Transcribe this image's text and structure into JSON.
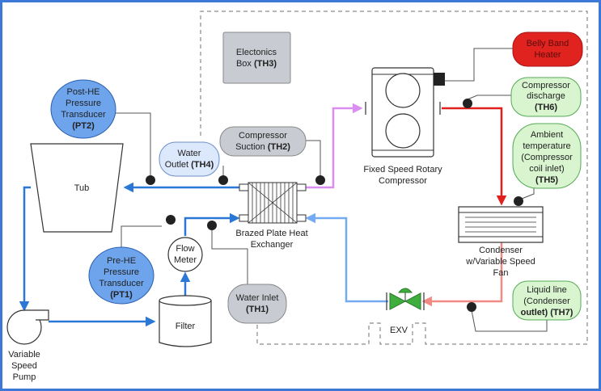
{
  "electronics_box": {
    "line1": "Electonics",
    "line2_pre": "Box ",
    "line2_bold": "(TH3)"
  },
  "belly_band": {
    "line1": "Belly Band",
    "line2": "Heater"
  },
  "compressor_discharge": {
    "line1": "Compressor",
    "line2": "discharge",
    "line3": "(TH6)"
  },
  "ambient": {
    "line1": "Ambient",
    "line2": "temperature",
    "line3": "(Compressor",
    "line4": "coil inlet)",
    "line5": "(TH5)"
  },
  "compressor": {
    "line1": "Fixed Speed Rotary",
    "line2": "Compressor"
  },
  "post_he": {
    "line1": "Post-HE",
    "line2": "Pressure",
    "line3": "Transducer",
    "line4": "(PT2)"
  },
  "compressor_suction": {
    "line1": "Compressor",
    "line2_pre": "Suction ",
    "line2_bold": "(TH2)"
  },
  "water_outlet": {
    "line1": "Water",
    "line2_pre": "Outlet ",
    "line2_bold": "(TH4)"
  },
  "tub": {
    "label": "Tub"
  },
  "heat_exchanger": {
    "line1": "Brazed Plate Heat",
    "line2": "Exchanger"
  },
  "condenser": {
    "line1": "Condenser",
    "line2": "w/Variable Speed",
    "line3": "Fan"
  },
  "flow_meter": {
    "line1": "Flow",
    "line2": "Meter"
  },
  "pre_he": {
    "line1": "Pre-HE",
    "line2": "Pressure",
    "line3": "Transducer",
    "line4": "(PT1)"
  },
  "water_inlet": {
    "line1": "Water Inlet",
    "line2": "(TH1)"
  },
  "liquid_line": {
    "line1": "Liquid line",
    "line2": "(Condenser",
    "line3_bold": "outlet) (TH7)"
  },
  "filter": {
    "label": "Filter"
  },
  "exv": {
    "label": "EXV"
  },
  "pump": {
    "line1": "Variable",
    "line2": "Speed",
    "line3": "Pump"
  },
  "colors": {
    "border": "#3b78d8",
    "water_blue": "#2b77d6",
    "light_blue": "#74aaf2",
    "refrigerant_red": "#e0201c",
    "pink": "#f08a83",
    "violet": "#d98ef0",
    "sensor_blue": "#6da4ec",
    "sensor_green": "#d8f5cf",
    "sensor_green_stroke": "#55aa55",
    "sensor_gray": "#c8ccd2",
    "heater_red": "#e0231f",
    "valve_green": "#3fae3f"
  }
}
